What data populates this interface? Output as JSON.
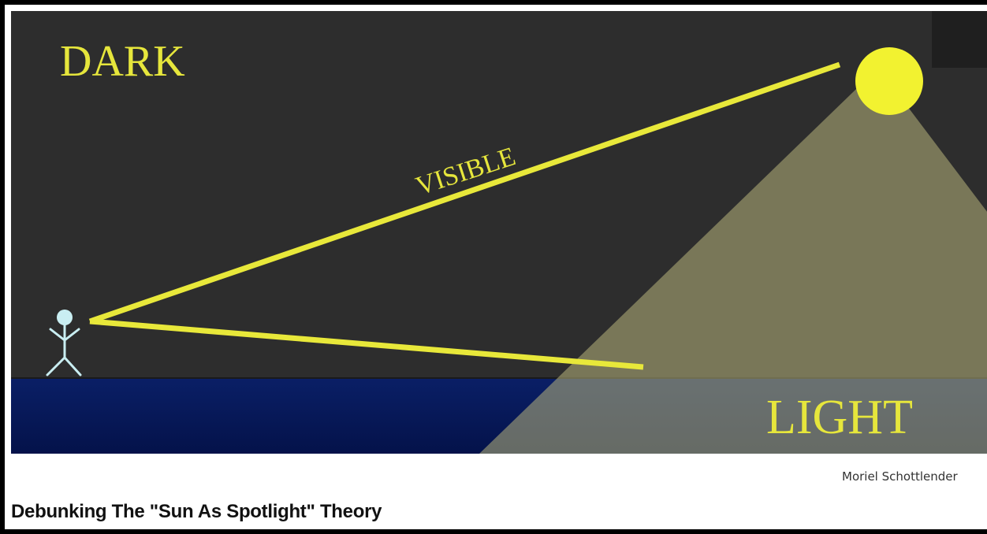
{
  "diagram": {
    "label_dark": "DARK",
    "label_light": "LIGHT",
    "label_visible": "VISIBLE",
    "colors": {
      "sky": "#2d2d2d",
      "ground": "#06195a",
      "light_beam": "#a8a472",
      "sun": "#f2f230",
      "sight_line": "#e8e83a",
      "label": "#e6e63c",
      "person": "#c9eef2"
    }
  },
  "expand_button": {
    "icon": "expand-arrows-icon"
  },
  "credit": "Moriel Schottlender",
  "caption": "Debunking The \"Sun As Spotlight\" Theory"
}
